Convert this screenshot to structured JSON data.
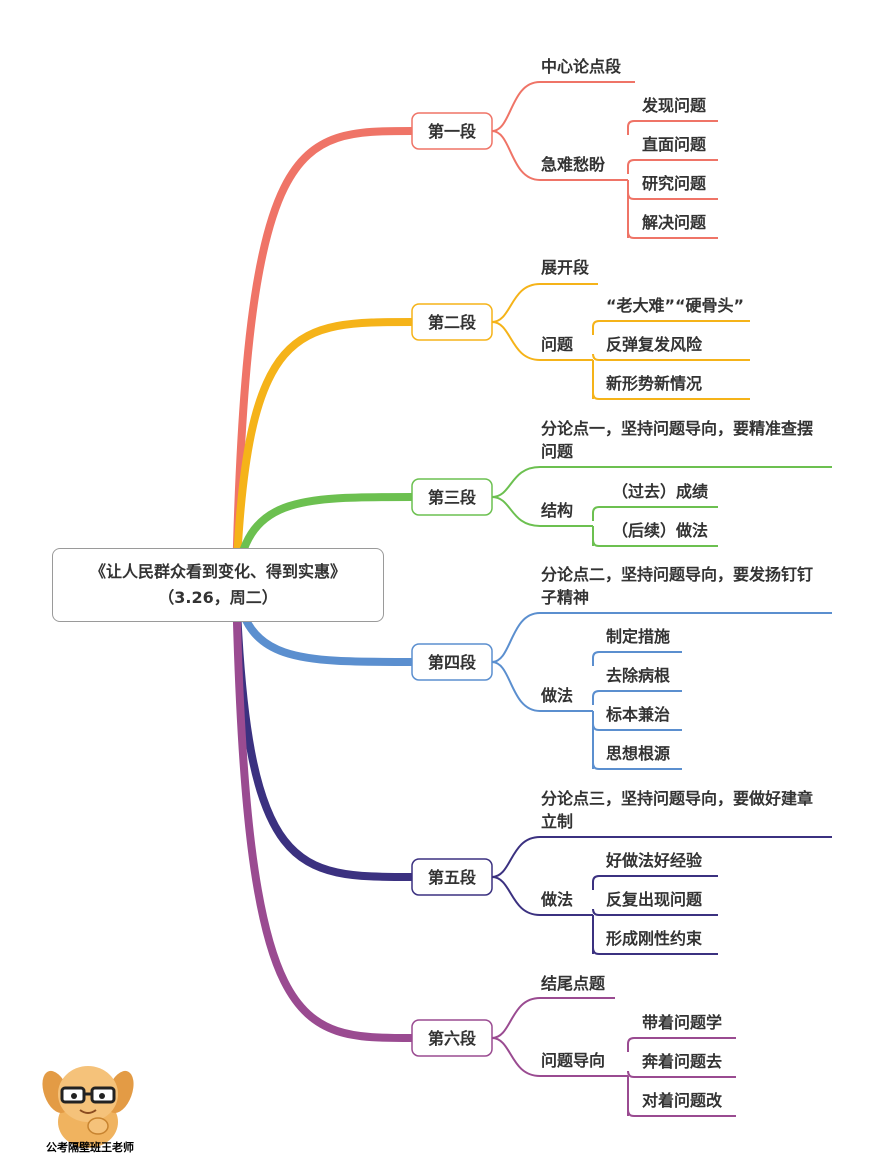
{
  "root": {
    "title": "《让人民群众看到变化、得到实惠》",
    "subtitle": "（3.26，周二）"
  },
  "branches": [
    {
      "label": "第一段",
      "color": "#ef7467",
      "children": [
        {
          "label": "中心论点段",
          "children": []
        },
        {
          "label": "急难愁盼",
          "children": [
            "发现问题",
            "直面问题",
            "研究问题",
            "解决问题"
          ]
        }
      ]
    },
    {
      "label": "第二段",
      "color": "#f5b319",
      "children": [
        {
          "label": "展开段",
          "children": []
        },
        {
          "label": "问题",
          "children": [
            "“老大难”“硬骨头”",
            "反弹复发风险",
            "新形势新情况"
          ]
        }
      ]
    },
    {
      "label": "第三段",
      "color": "#6cc050",
      "children": [
        {
          "label": "分论点一，坚持问题导向，要精准查摆问题",
          "children": []
        },
        {
          "label": "结构",
          "children": [
            "（过去）成绩",
            "（后续）做法"
          ]
        }
      ]
    },
    {
      "label": "第四段",
      "color": "#5b8fcf",
      "children": [
        {
          "label": "分论点二，坚持问题导向，要发扬钉钉子精神",
          "children": []
        },
        {
          "label": "做法",
          "children": [
            "制定措施",
            "去除病根",
            "标本兼治",
            "思想根源"
          ]
        }
      ]
    },
    {
      "label": "第五段",
      "color": "#3b3180",
      "children": [
        {
          "label": "分论点三，坚持问题导向，要做好建章立制",
          "children": []
        },
        {
          "label": "做法",
          "children": [
            "好做法好经验",
            "反复出现问题",
            "形成刚性约束"
          ]
        }
      ]
    },
    {
      "label": "第六段",
      "color": "#9a4b91",
      "children": [
        {
          "label": "结尾点题",
          "children": []
        },
        {
          "label": "问题导向",
          "children": [
            "带着问题学",
            "奔着问题去",
            "对着问题改"
          ]
        }
      ]
    }
  ],
  "watermark": {
    "caption": "公考隔壁班王老师"
  }
}
